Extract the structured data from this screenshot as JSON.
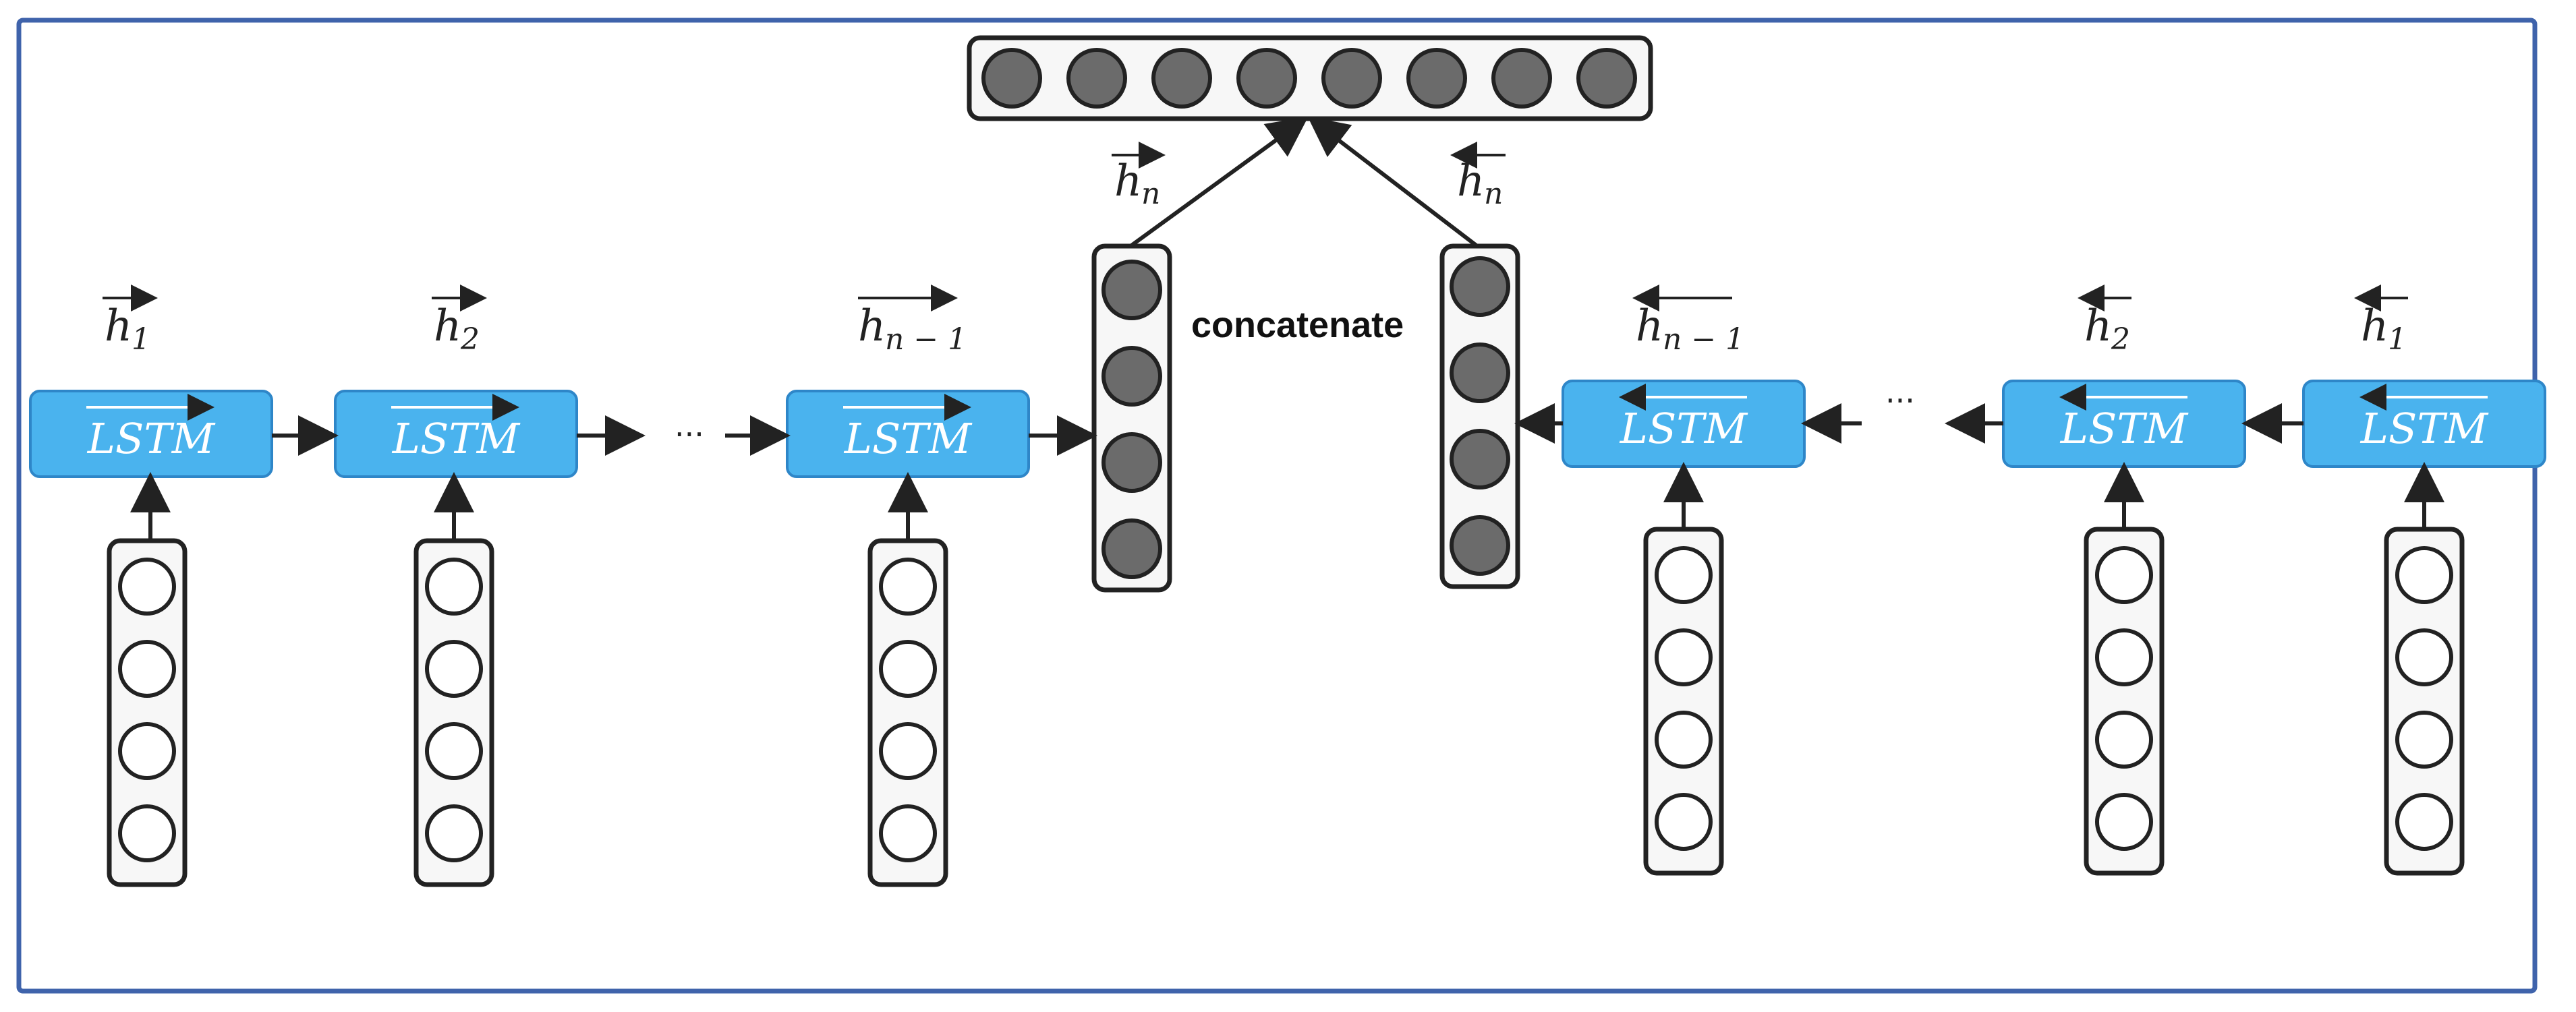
{
  "colors": {
    "border": "#3F63AB",
    "lstm_fill": "#4AB3EE",
    "lstm_stroke": "#2E86C8",
    "lstm_text": "#FFFFFF",
    "filled_node": "#6B6B6B",
    "empty_node": "#FFFFFF",
    "stroke": "#222222"
  },
  "labels": {
    "concatenate": "concatenate",
    "ellipsis": "···",
    "lstm": "LSTM",
    "h": "h",
    "sub_1": "1",
    "sub_2": "2",
    "sub_n": "n",
    "sub_n_minus_1": "n − 1"
  },
  "forward_chain": [
    {
      "label": "LSTM",
      "h": "h",
      "sub": "1"
    },
    {
      "label": "LSTM",
      "h": "h",
      "sub": "2"
    },
    {
      "label": "LSTM",
      "h": "h",
      "sub": "n − 1"
    }
  ],
  "backward_chain": [
    {
      "label": "LSTM",
      "h": "h",
      "sub": "n − 1"
    },
    {
      "label": "LSTM",
      "h": "h",
      "sub": "2"
    },
    {
      "label": "LSTM",
      "h": "h",
      "sub": "1"
    }
  ],
  "concat_labels": {
    "forward": {
      "h": "h",
      "sub": "n"
    },
    "backward": {
      "h": "h",
      "sub": "n"
    }
  },
  "icons": {
    "forward_arrow_over_lstm": "right-arrow-icon",
    "backward_arrow_over_lstm": "left-arrow-icon"
  }
}
